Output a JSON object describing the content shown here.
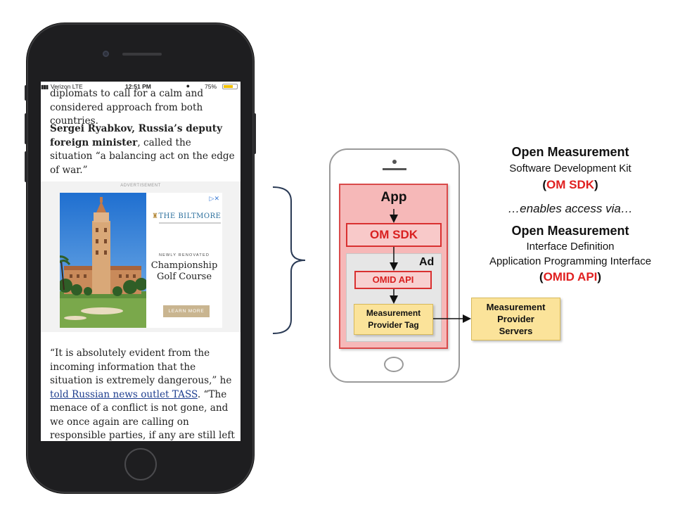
{
  "phone": {
    "status": {
      "carrier": "Verizon  LTE",
      "time": "12:51 PM",
      "battery": "75%"
    },
    "article": {
      "p1": "diplomats to call for a calm and considered approach from both countries.",
      "p2_bold": "Sergei Ryabkov, Russia’s deputy foreign minister",
      "p2_rest": ", called the situation “a balancing act on the edge of war.”",
      "p3_a": "“It is absolutely evident from the incoming information that the situation is extremely dangerous,” he ",
      "p3_link": "told Russian news outlet TASS",
      "p3_b": ". “The menace of a conflict is not gone, and we once again are calling on responsible parties, if any are still left in Washington, to weigh all"
    },
    "ad": {
      "label": "ADVERTISEMENT",
      "brand": "THE BILTMORE",
      "eyebrow": "NEWLY RENOVATED",
      "headline": "Championship Golf Course",
      "cta": "LEARN MORE"
    }
  },
  "diagram": {
    "app": "App",
    "om_sdk": "OM SDK",
    "ad": "Ad",
    "omid_api": "OMID API",
    "tag_line1": "Measurement",
    "tag_line2": "Provider Tag",
    "servers_line1": "Measurement",
    "servers_line2": "Provider",
    "servers_line3": "Servers"
  },
  "legend": {
    "h1": "Open Measurement",
    "s1": "Software Development Kit",
    "r1_open": "(",
    "r1_red": "OM SDK",
    "r1_close": ")",
    "mid": "…enables access via…",
    "h2": "Open Measurement",
    "s2": "Interface Definition",
    "s3": "Application Programming Interface",
    "r2_open": "(",
    "r2_red": "OMID API",
    "r2_close": ")"
  },
  "colors": {
    "red": "#e02020",
    "pink": "#f6b8b8",
    "yellow": "#fbe39a"
  }
}
